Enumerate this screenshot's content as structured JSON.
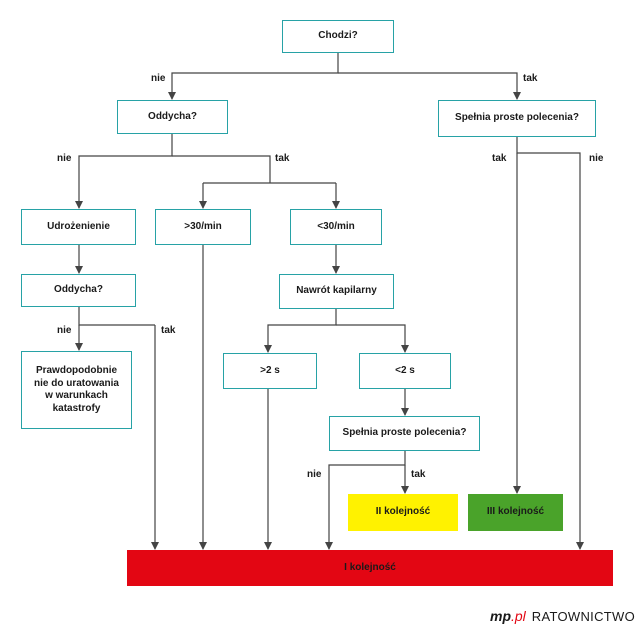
{
  "colors": {
    "border": "#27a2a6",
    "line": "#444444",
    "red": "#e30613",
    "yellow": "#fff200",
    "green": "#4aa32a"
  },
  "nodes": {
    "chodzi": "Chodzi?",
    "oddycha1": "Oddycha?",
    "spelnia1": "Spełnia proste polecenia?",
    "udroznienie": "Udrożenienie",
    "gt30": ">30/min",
    "lt30": "<30/min",
    "oddycha2": "Oddycha?",
    "nawrot": "Nawrót kapilarny",
    "prawdopodobnie": "Prawdopodobnie nie do uratowania w warunkach katastrofy",
    "gt2s": ">2 s",
    "lt2s": "<2 s",
    "spelnia2": "Spełnia proste polecenia?",
    "k2": "II kolejność",
    "k3": "III kolejność",
    "k1": "I kolejność"
  },
  "labels": {
    "nie1": "nie",
    "tak1": "tak",
    "nie2": "nie",
    "tak2": "tak",
    "tak3": "tak",
    "nie3": "nie",
    "nie4": "nie",
    "tak4": "tak",
    "nie5": "nie",
    "tak5": "tak"
  },
  "brand": {
    "mp": "mp",
    "pl": ".pl",
    "name": "RATOWNICTWO"
  }
}
